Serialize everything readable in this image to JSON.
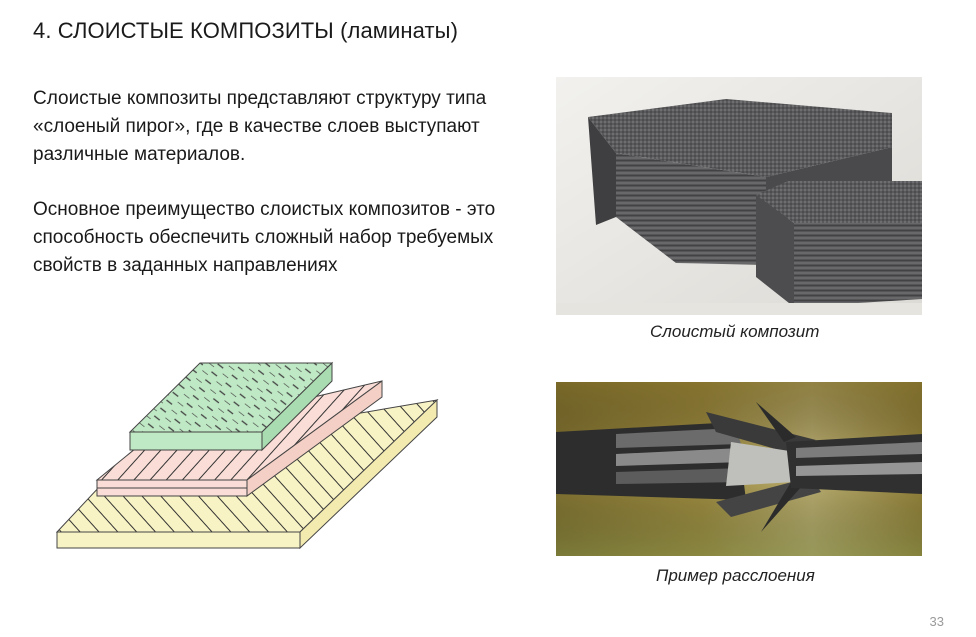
{
  "slide": {
    "title": "4. СЛОИСТЫЕ КОМПОЗИТЫ (ламинаты)",
    "paragraph1": "Слоистые композиты представляют структуру типа «слоеный пирог», где в качестве слоев выступают различные материалов.",
    "paragraph2": "Основное преимущество слоистых композитов - это способность обеспечить сложный набор требуемых свойств в заданных направлениях",
    "photo1_caption": "Слоистый композит",
    "photo2_caption": "Пример расслоения",
    "page_number": "33"
  },
  "colors": {
    "bottom_layer": "#f8f3c4",
    "middle_layer": "#f9ddd6",
    "top_layer": "#bfe8c4"
  }
}
